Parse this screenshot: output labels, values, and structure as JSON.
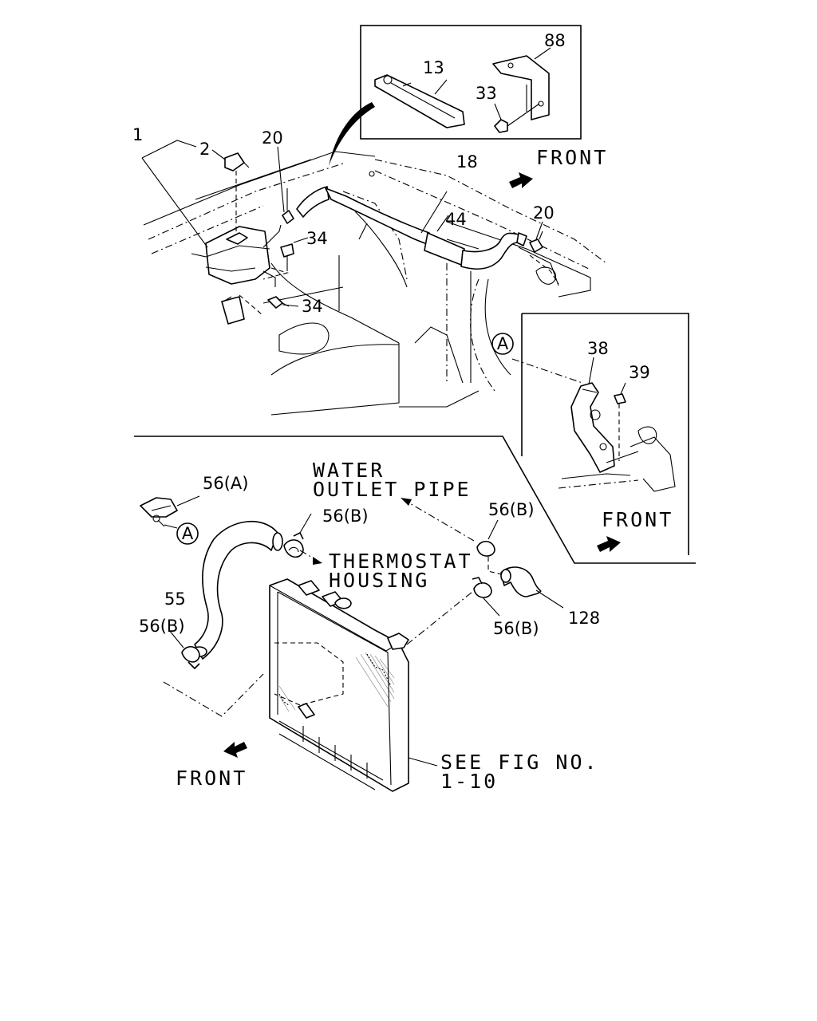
{
  "callouts": {
    "p1": "1",
    "p2": "2",
    "p13": "13",
    "p18": "18",
    "p20a": "20",
    "p20b": "20",
    "p33": "33",
    "p34a": "34",
    "p34b": "34",
    "p38": "38",
    "p39": "39",
    "p44": "44",
    "p55": "55",
    "p56a": "56(A)",
    "p56b1": "56(B)",
    "p56b2": "56(B)",
    "p56b3": "56(B)",
    "p56b4": "56(B)",
    "p88": "88",
    "p128": "128",
    "refA1": "A",
    "refA2": "A"
  },
  "notes": {
    "front_top": "FRONT",
    "front_right": "FRONT",
    "front_bottom": "FRONT",
    "water_outlet_1": "WATER",
    "water_outlet_2": "OUTLET PIPE",
    "thermostat_1": "THERMOSTAT",
    "thermostat_2": "HOUSING",
    "see_fig_1": "SEE FIG NO.",
    "see_fig_2": "1-10"
  }
}
